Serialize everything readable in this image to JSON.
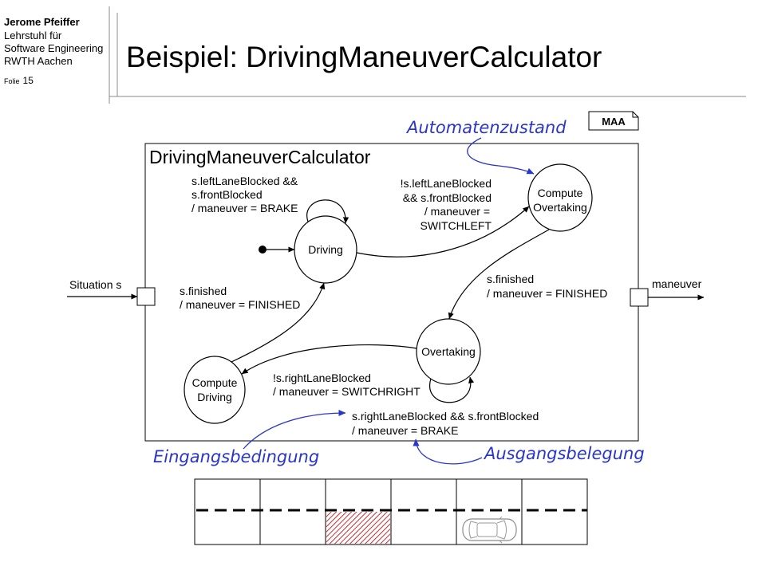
{
  "header": {
    "author": "Jerome Pfeiffer",
    "affiliation_line1": "Lehrstuhl für",
    "affiliation_line2": "Software Engineering",
    "affiliation_line3": "RWTH Aachen",
    "slide_label": "Folie",
    "slide_number": "15"
  },
  "title": "Beispiel: DrivingManeuverCalculator",
  "tag": "MAA",
  "component": {
    "name": "DrivingManeuverCalculator",
    "input_port_label": "Situation s",
    "output_port_label": "maneuver"
  },
  "states": {
    "driving": [
      "Driving"
    ],
    "compute_overtaking": [
      "Compute",
      "Overtaking"
    ],
    "overtaking": [
      "Overtaking"
    ],
    "compute_driving": [
      "Compute",
      "Driving"
    ]
  },
  "transitions": {
    "driving_self_loop": [
      "s.leftLaneBlocked &&",
      "s.frontBlocked",
      "/ maneuver = BRAKE"
    ],
    "driving_to_compute_overtaking": [
      "!s.leftLaneBlocked",
      "&& s.frontBlocked",
      "/ maneuver =",
      "SWITCHLEFT"
    ],
    "compute_overtaking_to_overtaking": [
      "s.finished",
      "/ maneuver = FINISHED"
    ],
    "overtaking_to_compute_driving": [
      "!s.rightLaneBlocked",
      "/ maneuver = SWITCHRIGHT"
    ],
    "overtaking_self_loop": [
      "s.rightLaneBlocked && s.frontBlocked",
      "/ maneuver = BRAKE"
    ],
    "compute_driving_to_driving": [
      "s.finished",
      "/ maneuver = FINISHED"
    ]
  },
  "annotations": {
    "automaton_state": "Automatenzustand",
    "input_condition": "Eingangsbedingung",
    "output_assignment": "Ausgangsbelegung"
  },
  "icons": {
    "vehicle": "car-icon"
  },
  "colors": {
    "annotation": "#2a35c9",
    "blocked_hatch": "#c4161c",
    "divider": "#8a8a8a"
  }
}
